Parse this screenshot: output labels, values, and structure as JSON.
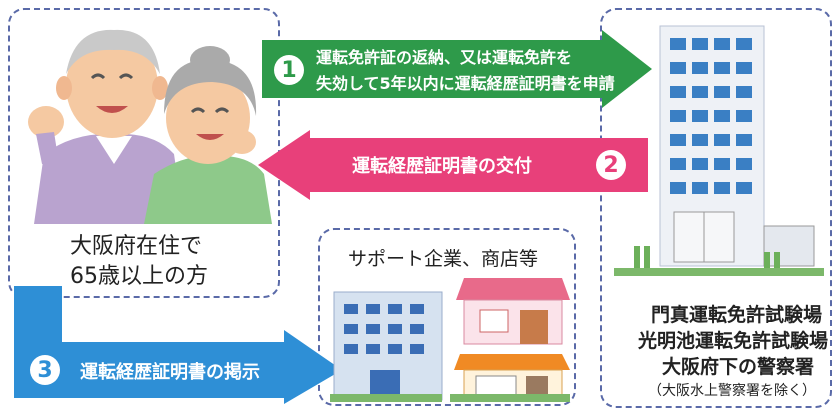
{
  "steps": [
    {
      "number": "1",
      "text_line1": "運転免許証の返納、又は運転免許を",
      "text_line2": "失効して5年以内に運転経歴証明書を申請",
      "color": "#2e9a4a"
    },
    {
      "number": "2",
      "text": "運転経歴証明書の交付",
      "color": "#e8407a"
    },
    {
      "number": "3",
      "text": "運転経歴証明書の掲示",
      "color": "#2e8fd6"
    }
  ],
  "resident": {
    "line1": "大阪府在住で",
    "line2": "65歳以上の方"
  },
  "support": {
    "title": "サポート企業、商店等"
  },
  "office": {
    "line1": "門真運転免許試験場",
    "line2": "光明池運転免許試験場",
    "line3": "大阪府下の警察署",
    "note": "（大阪水上警察署を除く）"
  }
}
